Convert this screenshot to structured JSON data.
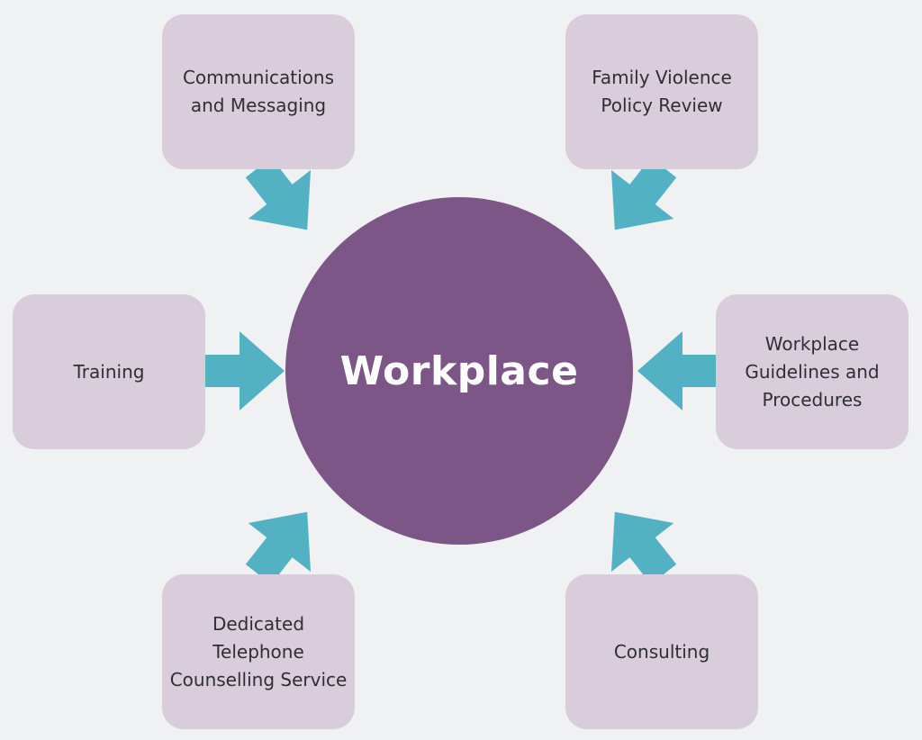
{
  "colors": {
    "background": "#f0f1f3",
    "node_fill": "#d9cddc",
    "hub_fill": "#7b5686",
    "arrow_fill": "#52b2c3"
  },
  "hub": {
    "label": "Workplace"
  },
  "nodes": [
    {
      "label": "Communications\nand Messaging"
    },
    {
      "label": "Family Violence\nPolicy Review"
    },
    {
      "label": "Training"
    },
    {
      "label": "Workplace\nGuidelines and\nProcedures"
    },
    {
      "label": "Dedicated Telephone\nCounselling Service"
    },
    {
      "label": "Consulting"
    }
  ]
}
